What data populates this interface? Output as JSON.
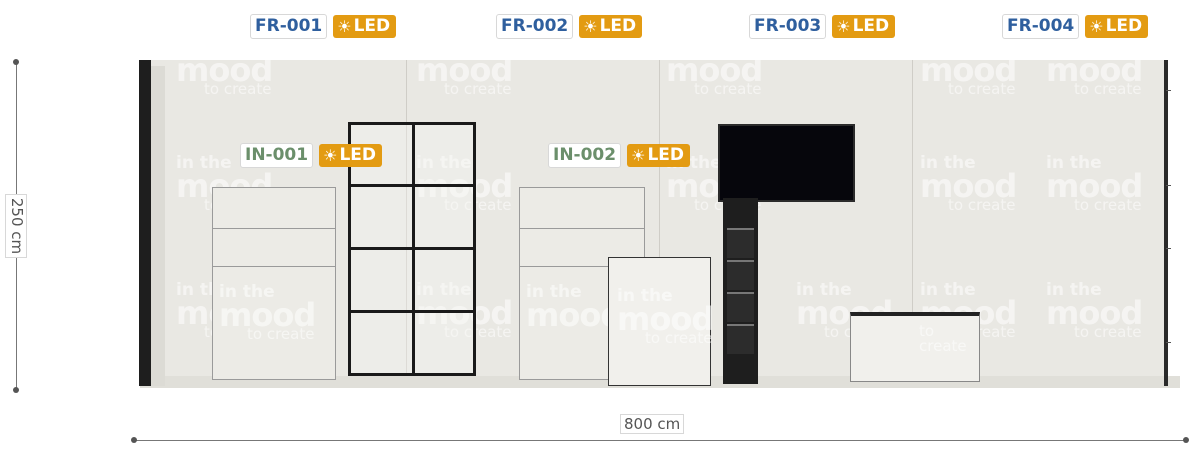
{
  "frieze_labels": [
    {
      "code": "FR-001",
      "led": "LED"
    },
    {
      "code": "FR-002",
      "led": "LED"
    },
    {
      "code": "FR-003",
      "led": "LED"
    },
    {
      "code": "FR-004",
      "led": "LED"
    }
  ],
  "inner_labels": [
    {
      "code": "IN-001",
      "led": "LED"
    },
    {
      "code": "IN-002",
      "led": "LED"
    }
  ],
  "dimensions": {
    "height": "250 cm",
    "width": "800 cm"
  },
  "watermark": {
    "line1": "in the",
    "line2": "mood",
    "line3": "to create"
  },
  "icons": {
    "led": "sun-icon"
  },
  "colors": {
    "led_badge": "#e39b12",
    "fr_code": "#2f5f9e",
    "in_code": "#6b8f6b",
    "wall": "#e9e8e3"
  }
}
